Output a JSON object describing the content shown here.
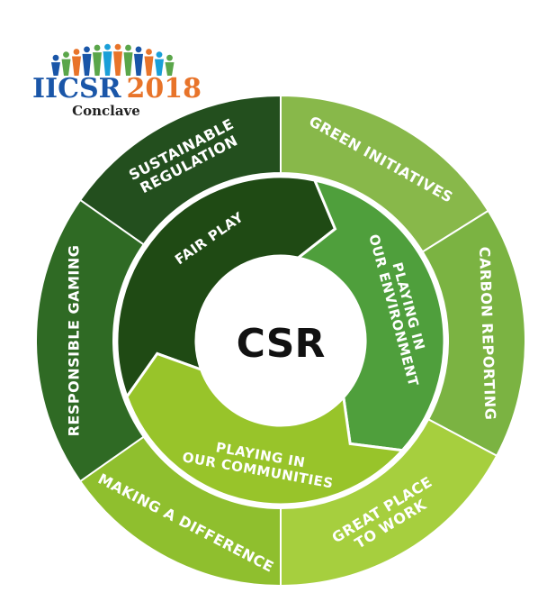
{
  "logo": {
    "acronym_part1": "IICSR",
    "acronym_part2": "2018",
    "subtitle": "Conclave",
    "color_primary": "#1a56a8",
    "color_accent": "#e8742a"
  },
  "center": {
    "label": "CSR"
  },
  "outer_ring": [
    {
      "key": "sustainable-regulation",
      "line1": "SUSTAINABLE",
      "line2": "REGULATION",
      "color": "#234f1e"
    },
    {
      "key": "green-initiatives",
      "line1": "GREEN INITIATIVES",
      "line2": "",
      "color": "#88b84a"
    },
    {
      "key": "carbon-reporting",
      "line1": "CARBON REPORTING",
      "line2": "",
      "color": "#7bb342"
    },
    {
      "key": "great-place-to-work",
      "line1": "GREAT PLACE",
      "line2": "TO WORK",
      "color": "#a6cf3e"
    },
    {
      "key": "making-a-difference",
      "line1": "MAKING A DIFFERENCE",
      "line2": "",
      "color": "#8fbf2e"
    },
    {
      "key": "responsible-gaming",
      "line1": "RESPONSIBLE GAMING",
      "line2": "",
      "color": "#2f6a24"
    }
  ],
  "inner_ring": [
    {
      "key": "fair-play",
      "line1": "FAIR PLAY",
      "line2": "",
      "color": "#1f4a14"
    },
    {
      "key": "playing-in-our-environment",
      "line1": "PLAYING IN",
      "line2": "OUR ENVIRONMENT",
      "color": "#4f9f3c"
    },
    {
      "key": "playing-in-our-communities",
      "line1": "PLAYING IN",
      "line2": "OUR COMMUNITIES",
      "color": "#98c42a"
    }
  ]
}
